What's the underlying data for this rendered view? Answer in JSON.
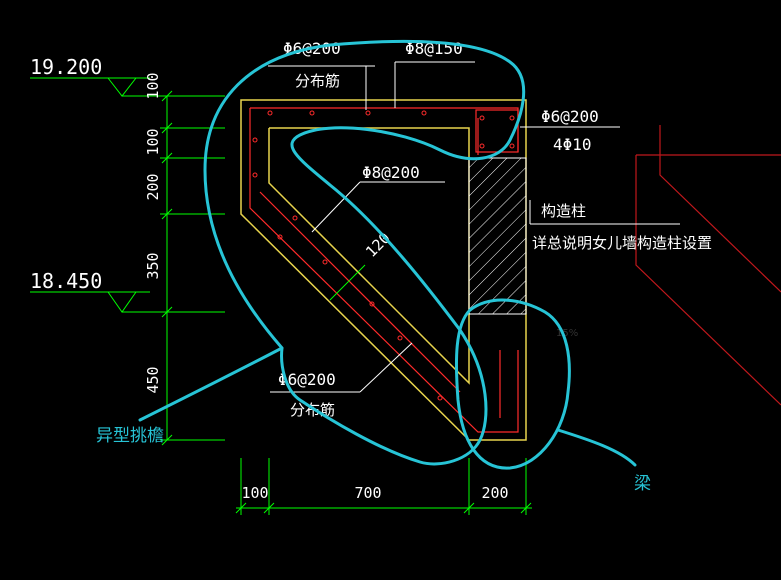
{
  "elevations": {
    "top": "19.200",
    "lower": "18.450"
  },
  "vertical_dims": [
    "100",
    "100",
    "200",
    "350",
    "450"
  ],
  "horizontal_dims": [
    "100",
    "700",
    "200"
  ],
  "labels": {
    "top_left_bar": "Φ6@200",
    "top_left_sub": "分布筋",
    "top_right_bar": "Φ8@150",
    "right_stirrup": "Φ6@200",
    "right_main": "4Φ10",
    "diagonal_bar": "Φ8@200",
    "thickness": "120",
    "bottom_bar": "Φ6@200",
    "bottom_sub": "分布筋",
    "column_title": "构造柱",
    "column_note": "详总说明女儿墙构造柱设置",
    "ghost": "15%"
  },
  "annotations": {
    "left": "异型挑檐",
    "right": "梁"
  },
  "colors": {
    "background": "#000000",
    "dimension": "#00ff00",
    "outline": "#e8d44d",
    "rebar": "#ff2b2b",
    "annotation": "#27c4d6",
    "text": "#ffffff"
  }
}
